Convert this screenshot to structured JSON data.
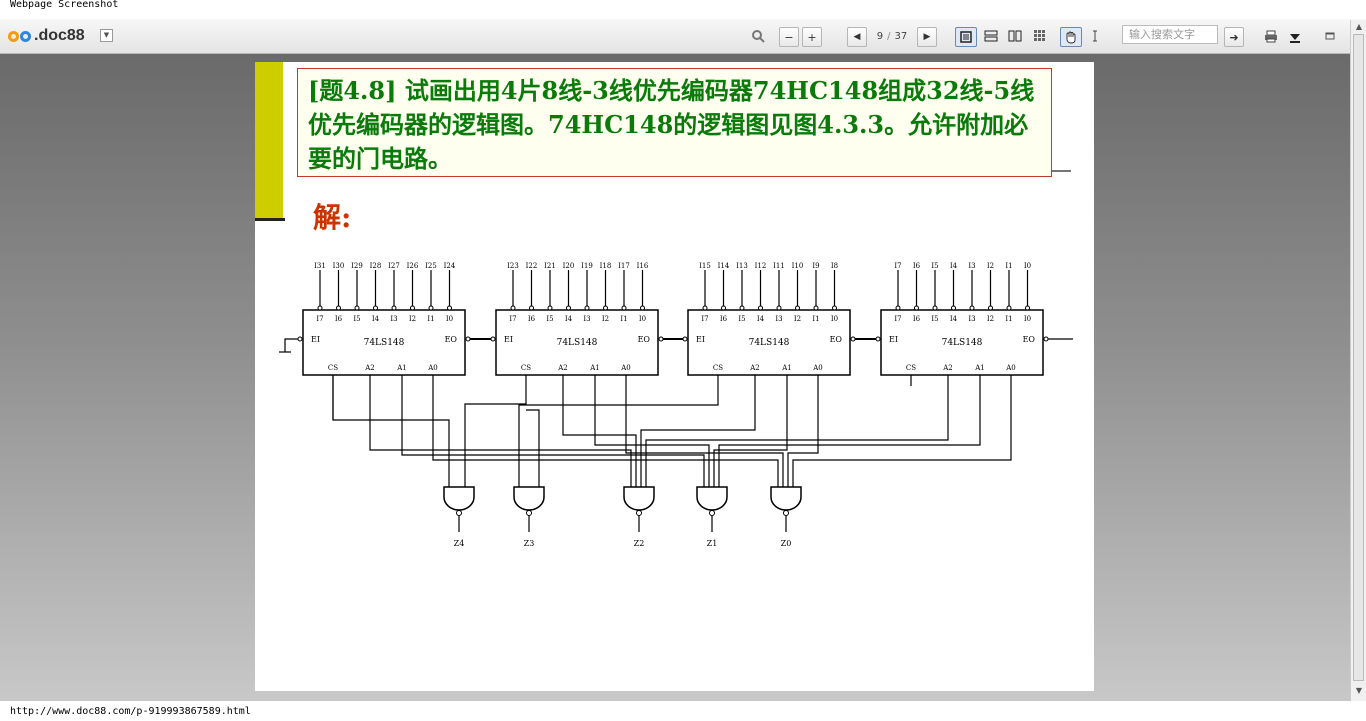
{
  "caption": "Webpage Screenshot",
  "app": {
    "logo_text": ".doc88",
    "menu_glyph": "▼"
  },
  "toolbar": {
    "zoom_icon": "magnifier-icon",
    "zoom_out": "−",
    "zoom_in": "+",
    "prev_page": "◀",
    "next_page": "▶",
    "current_page": "9",
    "separator": "/",
    "total_pages": "37",
    "search_placeholder": "输入搜索文字",
    "search_go": "➜"
  },
  "page": {
    "question": "[题4.8]  试画出用4片8线-3线优先编码器74HC148组成32线-5线优先编码器的逻辑图。74HC148的逻辑图见图4.3.3。允许附加必要的门电路。",
    "answer_label": "解:"
  },
  "colors": {
    "accent_yellow": "#cdcd00",
    "question_green": "#0a7a0a",
    "answer_red": "#cc3300",
    "box_border": "#c0392b"
  },
  "diagram": {
    "chip_label": "74LS148",
    "chip_inputs": [
      "I7",
      "I6",
      "I5",
      "I4",
      "I3",
      "I2",
      "I1",
      "I0"
    ],
    "chip_outputs": [
      "CS",
      "A2",
      "A1",
      "A0"
    ],
    "ei": "EI",
    "eo": "EO",
    "chip_input_names": [
      [
        "I31",
        "I30",
        "I29",
        "I28",
        "I27",
        "I26",
        "I25",
        "I24"
      ],
      [
        "I23",
        "I22",
        "I21",
        "I20",
        "I19",
        "I18",
        "I17",
        "I16"
      ],
      [
        "I15",
        "I14",
        "I13",
        "I12",
        "I11",
        "I10",
        "I9",
        "I8"
      ],
      [
        "I7",
        "I6",
        "I5",
        "I4",
        "I3",
        "I2",
        "I1",
        "I0"
      ]
    ],
    "outputs": [
      "Z4",
      "Z3",
      "Z2",
      "Z1",
      "Z0"
    ]
  },
  "status_url": "http://www.doc88.com/p-919993867589.html"
}
